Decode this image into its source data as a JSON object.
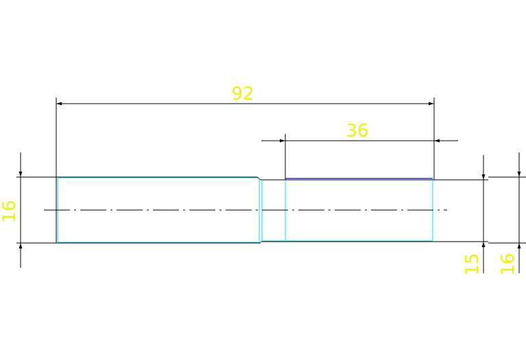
{
  "drawing": {
    "background": "#ffffff",
    "colors": {
      "outline": "#000000",
      "edge": "#00e5ee",
      "top_edge": "#3333cc",
      "dimension_text": "#f2f200",
      "dimension_line": "#000000",
      "centerline": "#000000"
    },
    "dimensions": {
      "overall_length": "92",
      "thread_length": "36",
      "left_diameter": "16",
      "right_diameter_inner": "15",
      "right_diameter_outer": "16"
    }
  }
}
